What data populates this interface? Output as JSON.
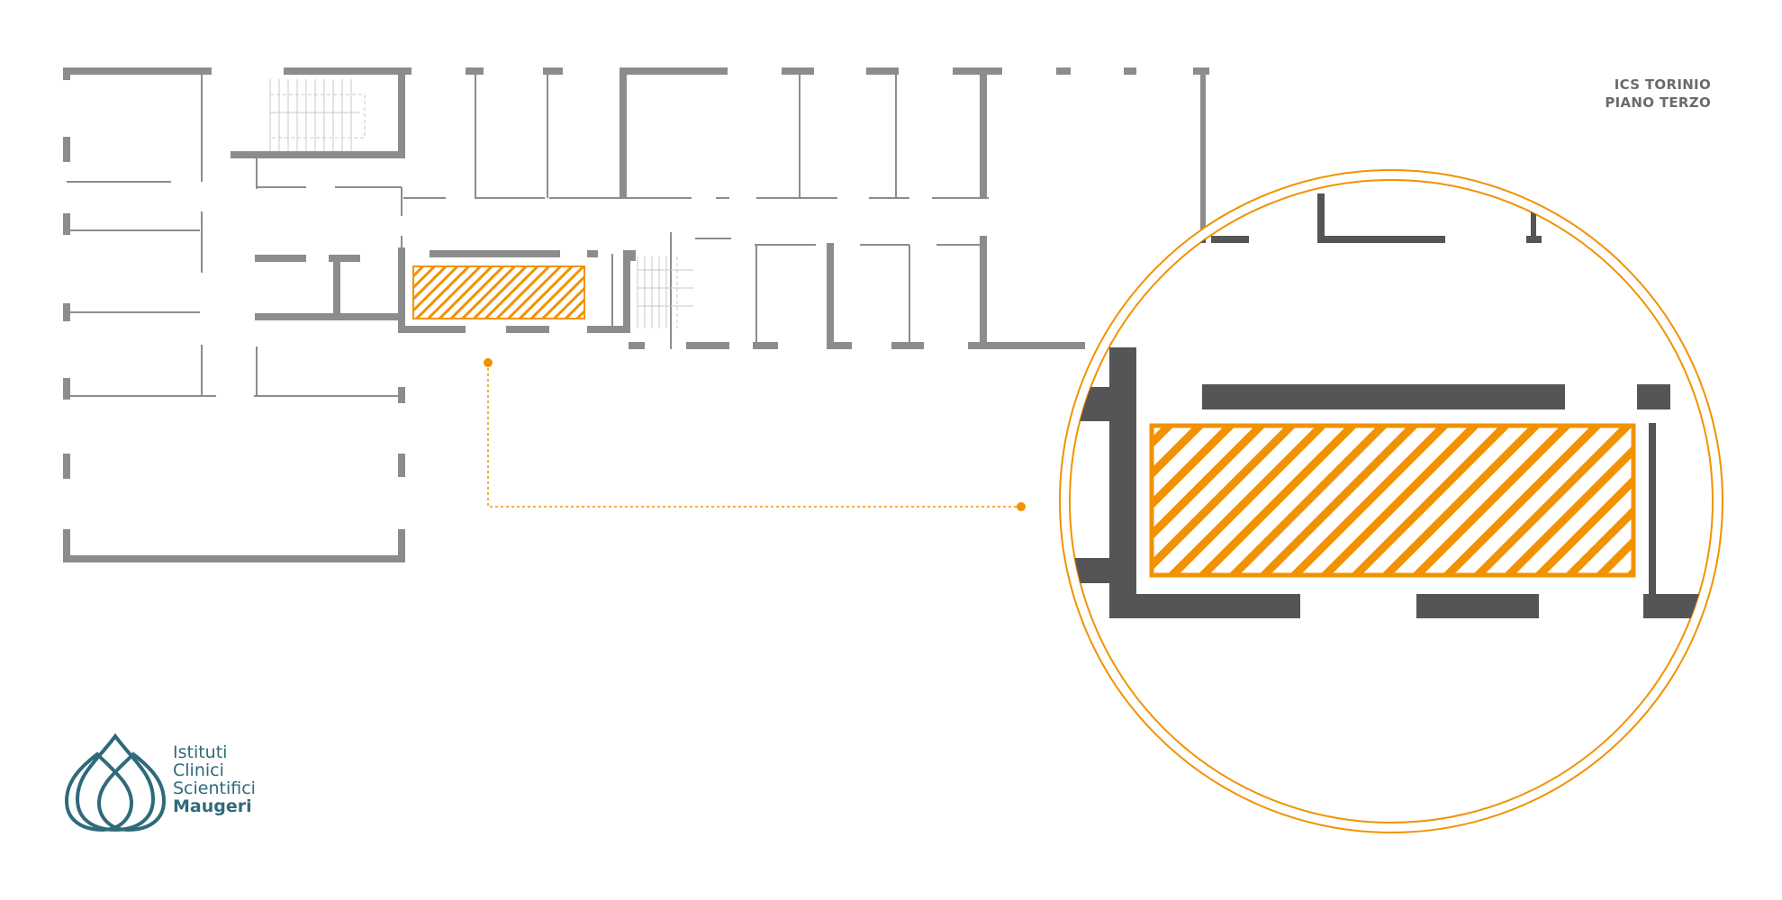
{
  "caption": {
    "line1": "ICS TORINIO",
    "line2": "PIANO TERZO"
  },
  "brand": {
    "line1": "Istituti",
    "line2": "Clinici",
    "line3": "Scientifici",
    "line4": "Maugeri"
  },
  "colors": {
    "wall": "#8c8c8c",
    "wall_dark": "#555555",
    "accent": "#f29200",
    "brand": "#2f6a7b",
    "caption": "#6b6b6b"
  },
  "icons": {
    "logo": "maugeri-flame-logo",
    "marker": "orange-dot-marker"
  }
}
